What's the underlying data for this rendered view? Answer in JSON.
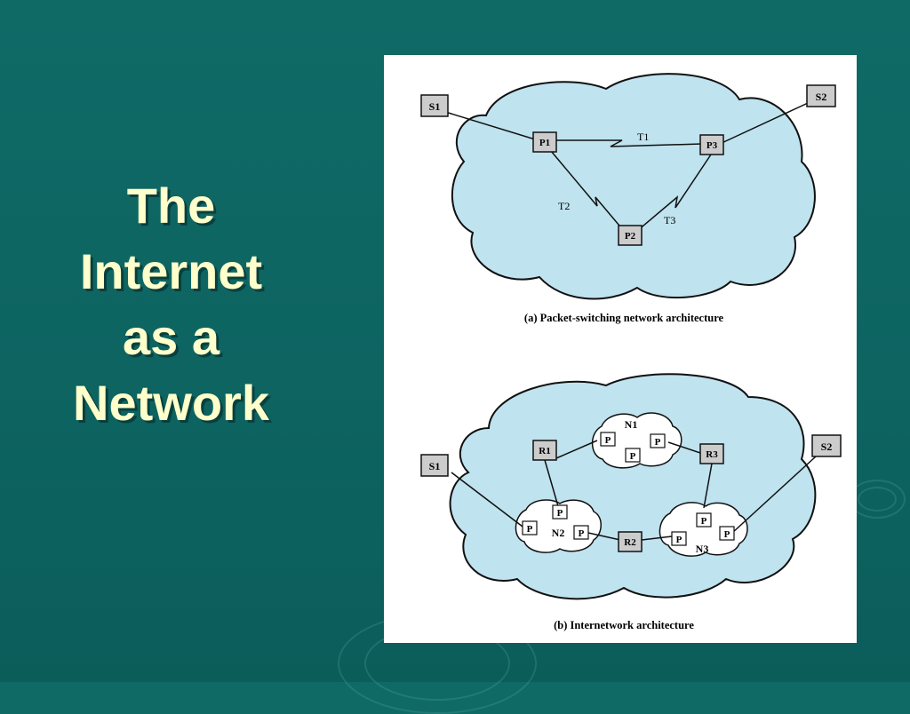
{
  "slide": {
    "title_lines": [
      "The",
      "Internet",
      "as a",
      "Network"
    ]
  },
  "diagram_a": {
    "nodes": {
      "s1": "S1",
      "s2": "S2",
      "p1": "P1",
      "p2": "P2",
      "p3": "P3"
    },
    "links": {
      "t1": "T1",
      "t2": "T2",
      "t3": "T3"
    },
    "caption": "(a) Packet-switching network architecture"
  },
  "diagram_b": {
    "nodes": {
      "s1": "S1",
      "s2": "S2",
      "r1": "R1",
      "r2": "R2",
      "r3": "R3"
    },
    "networks": {
      "n1": "N1",
      "n2": "N2",
      "n3": "N3"
    },
    "packet_label": "P",
    "caption": "(b) Internetwork architecture"
  },
  "colors": {
    "background": "#0d6461",
    "title": "#ffffcc",
    "cloud": "#bfe3ef",
    "node_box": "#cccccc"
  }
}
